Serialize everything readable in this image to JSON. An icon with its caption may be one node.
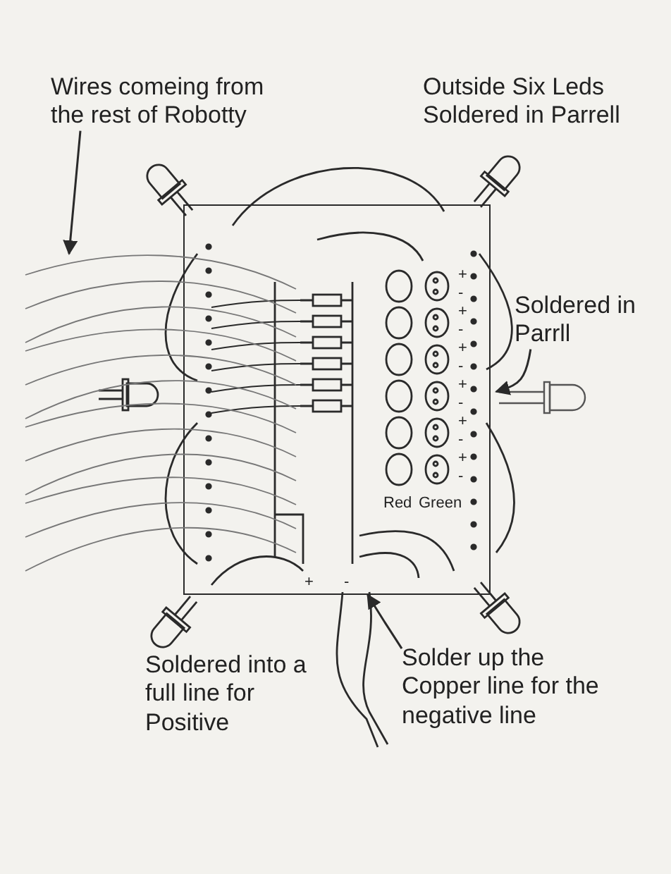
{
  "diagram": {
    "nodes": [
      {
        "text": [
          "Wires comeing from the rest of Robotty"
        ]
      },
      {
        "text": [
          "Outside Six Leds Soldered in Parrell"
        ]
      },
      {
        "text": [
          "Soldered in Parrll"
        ]
      },
      {
        "text": [
          "Soldered into a full line for Positive"
        ]
      },
      {
        "text": [
          "Solder up the Copper line for the negative line"
        ]
      },
      {
        "text": [],
        "shape": "box"
      },
      {
        "text": [],
        "shape": "picture"
      },
      {
        "text": [],
        "shape": "picture"
      }
    ],
    "edges": [
      {
        "from": 0,
        "to": 6,
        "arrow": "to"
      },
      {
        "from": 2,
        "to": 7,
        "arrow": "to"
      },
      {
        "from": 4,
        "to": 5,
        "arrow": "to"
      }
    ],
    "labels": [
      "+",
      "-",
      "+",
      "-",
      "+",
      "-",
      "+",
      "-",
      "+",
      "-",
      "+",
      "-",
      "Red",
      "Green",
      "+",
      "-"
    ]
  }
}
